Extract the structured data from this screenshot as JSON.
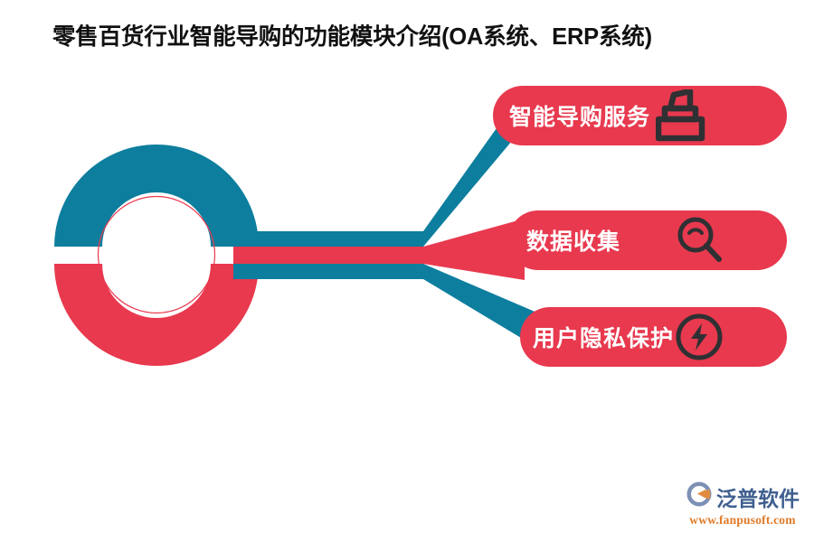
{
  "page": {
    "title": "零售百货行业智能导购的功能模块介绍(OA系统、ERP系统)",
    "background_color": "#ffffff",
    "teal_color": "#0d7e9e",
    "red_color": "#e8394e",
    "dark_icon_color": "#2f3033",
    "title_color": "#111111"
  },
  "hub": {
    "name": "donut-hub",
    "top_half_color": "#0d7e9e",
    "bottom_half_color": "#e8394e",
    "inner_ring_color": "#e8394e"
  },
  "connector": {
    "stripe_top_color": "#0d7e9e",
    "stripe_middle_color": "#e8394e",
    "stripe_bottom_color": "#0d7e9e"
  },
  "branches": [
    {
      "name": "branch-to-item-1",
      "color": "#0d7e9e",
      "direction": "up-right"
    },
    {
      "name": "branch-to-item-2",
      "color": "#e8394e",
      "direction": "right"
    },
    {
      "name": "branch-to-item-3",
      "color": "#0d7e9e",
      "direction": "down-right"
    }
  ],
  "items": [
    {
      "label": "智能导购服务",
      "icon": "stamp-icon",
      "pill_color": "#e8394e",
      "label_color": "#ffffff",
      "icon_color": "#2f3033"
    },
    {
      "label": "数据收集",
      "icon": "magnifier-icon",
      "pill_color": "#e8394e",
      "label_color": "#ffffff",
      "icon_color": "#2f3033"
    },
    {
      "label": "用户隐私保护",
      "icon": "lightning-circle-icon",
      "pill_color": "#e8394e",
      "label_color": "#ffffff",
      "icon_color": "#2f3033"
    }
  ],
  "logo": {
    "brand": "泛普软件",
    "url": "www.fanpusoft.com",
    "brand_color": "#3f5f8f",
    "url_color": "#e07a28",
    "mark_blue": "#7d90b5",
    "mark_orange": "#e08b3f"
  }
}
